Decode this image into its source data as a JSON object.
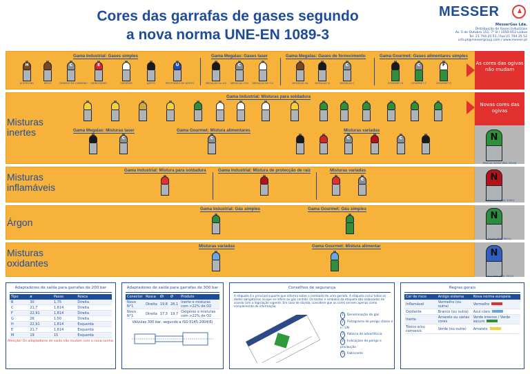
{
  "title": {
    "line1": "Cores das garrafas de gases segundo",
    "line2": "a nova norma UNE-EN 1089-3"
  },
  "logo": {
    "name": "MESSER",
    "icon": "messer-logo-icon"
  },
  "company": {
    "name": "MesserGas Lda.",
    "line2": "Distribuição de Gases Industriais",
    "address": "Av. 5 de Outubro 151, 7° B / 1050-053 Lisboa",
    "phone": "Tel. 21 794 25 51 / Fax 21 794 25 52",
    "web": "info.pt@messergroup.com / www.messer.pt"
  },
  "bands": {
    "row1": {
      "groups": [
        "Gama Industrial: Gases simples",
        "Gama Megalas: Gases laser",
        "Gama Megalas: Gases de fornecimento",
        "Gama Gourmet: Gases alimentares simples"
      ],
      "gases": [
        {
          "letter": "H",
          "cap": "#7a4a1e",
          "body": "#aeb3b8",
          "label": "ACETILENO"
        },
        {
          "letter": "",
          "cap": "#7a4a1e",
          "body": "#aeb3b8",
          "label": "HÉLIO"
        },
        {
          "letter": "C",
          "cap": "#8a8f96",
          "body": "#aeb3b8",
          "label": "DIÓXIDO DE CARBONO"
        },
        {
          "letter": "E",
          "cap": "#d62828",
          "body": "#aeb3b8",
          "label": "HIDROGÉNIO"
        },
        {
          "letter": "",
          "cap": "#ffffff",
          "body": "#aeb3b8",
          "label": "OXIGÉNIO"
        },
        {
          "letter": "",
          "cap": "#1a1a1a",
          "body": "#aeb3b8",
          "label": "AZOTO"
        },
        {
          "letter": "U",
          "cap": "#1f4fb0",
          "body": "#aeb3b8",
          "label": "PROTÓXIDO DE AZOTO"
        },
        {
          "letter": "",
          "cap": "#1a1a1a",
          "body": "#aeb3b8",
          "label": "MEGALAS He 6.0"
        },
        {
          "letter": "C",
          "cap": "#8a8f96",
          "body": "#aeb3b8",
          "label": "MEGALAS CO2"
        },
        {
          "letter": "",
          "cap": "#ffffff",
          "body": "#aeb3b8",
          "label": "MEGALAS N2 5.0"
        },
        {
          "letter": "",
          "cap": "#7a4a1e",
          "body": "#aeb3b8",
          "label": "MEGALAS He"
        },
        {
          "letter": "",
          "cap": "#1a1a1a",
          "body": "#aeb3b8",
          "label": "MEGALAS N"
        },
        {
          "letter": "C",
          "cap": "#8a8f96",
          "body": "#aeb3b8",
          "label": "MEGALAS C"
        },
        {
          "letter": "",
          "cap": "#1a1a1a",
          "body": "#2f8f3a",
          "label": "GOURMET N"
        },
        {
          "letter": "C",
          "cap": "#8a8f96",
          "body": "#2f8f3a",
          "label": "GOURMET C"
        },
        {
          "letter": "F",
          "cap": "#ffffff",
          "body": "#2f8f3a",
          "label": "GOURMET O"
        }
      ],
      "side": "As cores das ogivas não mudam"
    },
    "row2": {
      "label": "Misturas inertes",
      "groups": [
        "Gama Industrial: Misturas para soldadura",
        "Gama Megalas: Misturas laser",
        "Gama Gourmet: Mistura alimentares",
        "Misturas variadas"
      ],
      "side": "Novas cores das ogivas",
      "ref_label": "Mistura inerte (RAL 6018)"
    },
    "row3": {
      "label": "Misturas inflamáveis",
      "groups": [
        "Gama Industrial: Mistura para soldadura",
        "Gama Industrial: Mistura de protecção de raiz",
        "Misturas variadas"
      ],
      "ref_label": "Inflamável (RAL 3000)"
    },
    "row4": {
      "label": "Árgon",
      "groups": [
        "Gama Industrial: Gás simples",
        "Gama Gourmet: Gás simples"
      ],
      "ref_label": "Argon (RAL 6001)"
    },
    "row5": {
      "label": "Misturas oxidantes",
      "groups": [
        "Misturas variadas",
        "Gama Gourmet: Mistura alimentar"
      ],
      "ref_label": "Azul claro (RAL 5012)"
    }
  },
  "panel1": {
    "title": "Adaptadores de saída para garrafas de 200 bar",
    "headers": [
      "Tipo",
      "ø",
      "Passo",
      "Rosca"
    ],
    "rows": [
      [
        "B",
        "30",
        "1,75",
        "Direita"
      ],
      [
        "C",
        "21,7",
        "1,814",
        "Direita"
      ],
      [
        "F",
        "22,91",
        "1,814",
        "Direita"
      ],
      [
        "G",
        "26",
        "1,50",
        "Direita"
      ],
      [
        "H",
        "22,91",
        "1,814",
        "Esquerda"
      ],
      [
        "E",
        "21,7",
        "1,814",
        "Esquerda"
      ],
      [
        "M",
        "19",
        "15",
        "Esquerda"
      ]
    ],
    "note": "Atenção! Os adaptadores de saída não mudam com a nova norma."
  },
  "panel2": {
    "title": "Adaptadores de saída para garrafas de 300 bar",
    "headers": [
      "Conector",
      "Rosca",
      "Øi",
      "Ø",
      "Produto"
    ],
    "rows": [
      [
        "Novo N°1",
        "Direita",
        "19,8",
        "28,1",
        "Inerte e misturas com <22% de O2"
      ],
      [
        "Novo N°1",
        "Direita",
        "17,3",
        "19,7",
        "Oxigénio e misturas com >22% de O2"
      ]
    ],
    "footnote": "Válvulas 300 bar, segundo a ISO 5145:2004(E)"
  },
  "panel3": {
    "title": "Conselhos de segurança",
    "text": "A etiqueta é o principal suporte que informa sobre o conteúdo de uma garrafa. A etiqueta inclui todos os dados obrigatórios no que se refere ao gás contido. Os textos e símbolos da etiqueta são elaborados de acordo com a legislação vigente. Em caso de dúvida, considere que as cores servem apenas como complemento de informação.",
    "items": [
      "Denominação do gás",
      "Pictograma de perigo classe e n° UN",
      "Palavra de advertência",
      "Indicações de perigo e precaução",
      "Fabricante"
    ]
  },
  "panel4": {
    "title": "Regras gerais",
    "headers": [
      "Cor de risco",
      "Antigo sistema",
      "Nova norma europeia"
    ],
    "rows": [
      {
        "risk": "Inflamável",
        "old": "Vermelho (ou outra)",
        "new": "Vermelho",
        "color": "#e2302f"
      },
      {
        "risk": "Oxidante",
        "old": "Branco (ou outra)",
        "new": "Azul claro",
        "color": "#6aa6e0"
      },
      {
        "risk": "Inerte",
        "old": "Amarelo ou várias cores",
        "new": "Verde intenso / Verde escuro",
        "color": "#2f8f3a"
      },
      {
        "risk": "Tóxico e/ou corrosivo",
        "old": "Verde (ou outra)",
        "new": "Amarelo",
        "color": "#f2d13a"
      }
    ]
  }
}
